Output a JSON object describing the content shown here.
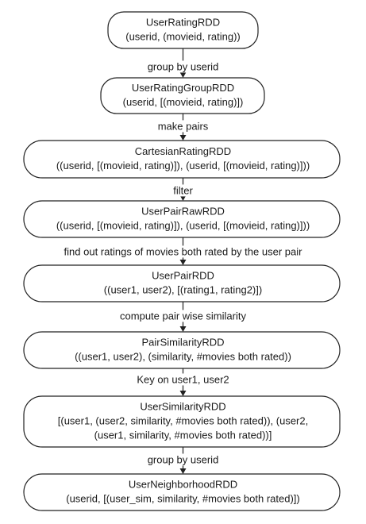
{
  "diagram": {
    "nodes": [
      {
        "id": "user-rating-rdd",
        "lines": [
          "UserRatingRDD",
          "(userid, (movieid, rating))"
        ]
      },
      {
        "id": "user-rating-group-rdd",
        "lines": [
          "UserRatingGroupRDD",
          "(userid, [(movieid, rating)])"
        ]
      },
      {
        "id": "cartesian-rating-rdd",
        "lines": [
          "CartesianRatingRDD",
          "((userid, [(movieid, rating)]), (userid, [(movieid, rating)]))"
        ]
      },
      {
        "id": "user-pair-raw-rdd",
        "lines": [
          "UserPairRawRDD",
          "((userid, [(movieid, rating)]), (userid, [(movieid, rating)]))"
        ]
      },
      {
        "id": "user-pair-rdd",
        "lines": [
          "UserPairRDD",
          "((user1, user2), [(rating1, rating2)])"
        ]
      },
      {
        "id": "pair-similarity-rdd",
        "lines": [
          "PairSimilarityRDD",
          "((user1, user2), (similarity, #movies both rated))"
        ]
      },
      {
        "id": "user-similarity-rdd",
        "lines": [
          "UserSimilarityRDD",
          "[(user1, (user2, similarity, #movies both rated)), (user2,",
          "(user1, similarity, #movies both rated))]"
        ]
      },
      {
        "id": "user-neighborhood-rdd",
        "lines": [
          "UserNeighborhoodRDD",
          "(userid, [(user_sim, similarity, #movies both rated)])"
        ]
      }
    ],
    "edges": [
      {
        "from": "user-rating-rdd",
        "to": "user-rating-group-rdd",
        "label": "group by userid"
      },
      {
        "from": "user-rating-group-rdd",
        "to": "cartesian-rating-rdd",
        "label": "make pairs"
      },
      {
        "from": "cartesian-rating-rdd",
        "to": "user-pair-raw-rdd",
        "label": "filter"
      },
      {
        "from": "user-pair-raw-rdd",
        "to": "user-pair-rdd",
        "label": "find out ratings of movies both rated by the user pair"
      },
      {
        "from": "user-pair-rdd",
        "to": "pair-similarity-rdd",
        "label": "compute pair wise similarity"
      },
      {
        "from": "pair-similarity-rdd",
        "to": "user-similarity-rdd",
        "label": "Key on user1, user2"
      },
      {
        "from": "user-similarity-rdd",
        "to": "user-neighborhood-rdd",
        "label": "group by userid"
      }
    ]
  }
}
